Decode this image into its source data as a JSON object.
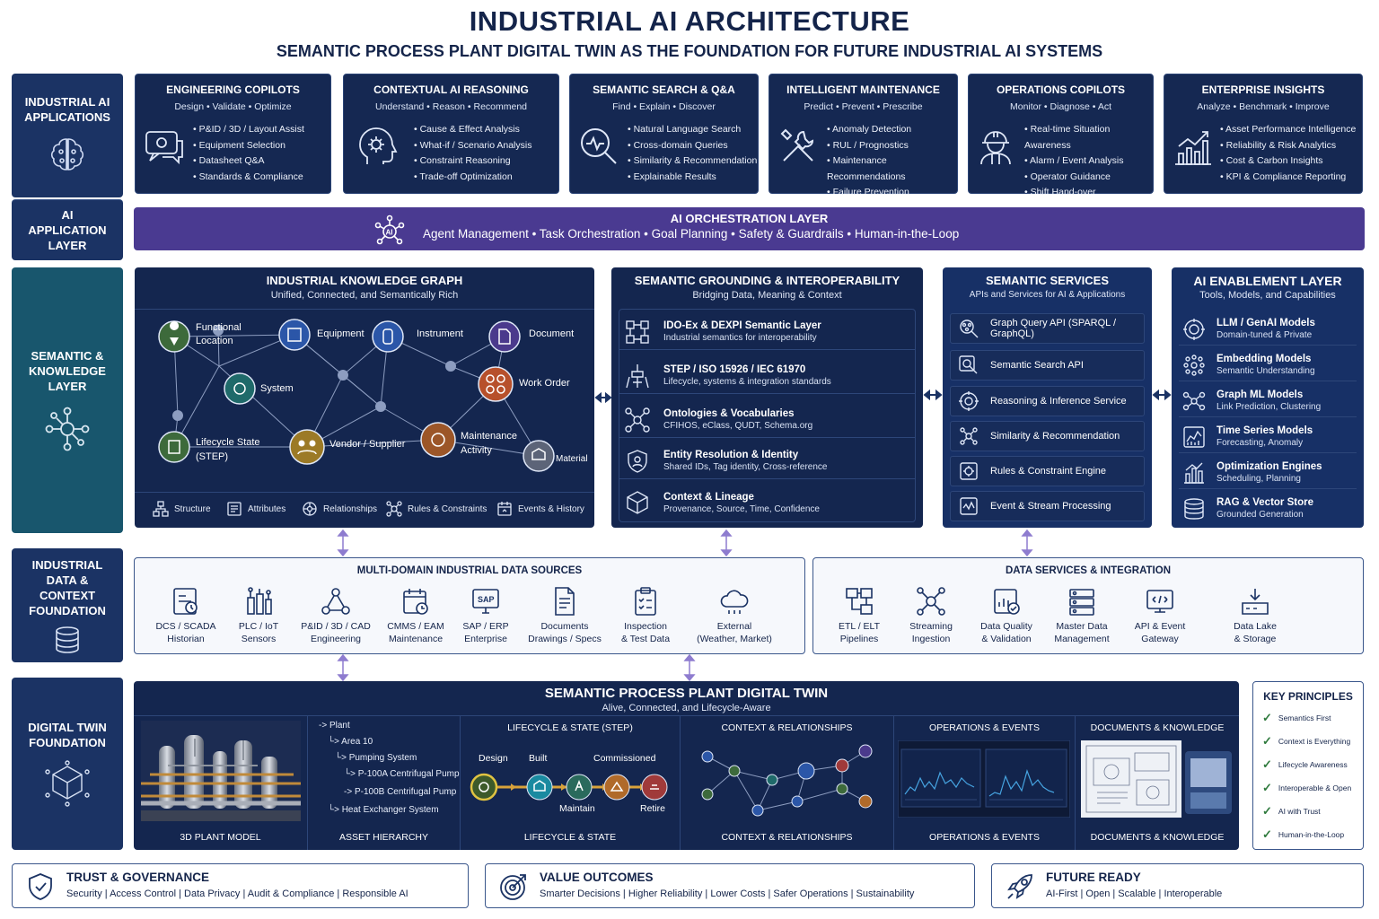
{
  "header": {
    "title": "INDUSTRIAL AI ARCHITECTURE",
    "subtitle": "SEMANTIC PROCESS PLANT DIGITAL TWIN AS THE FOUNDATION FOR FUTURE INDUSTRIAL AI SYSTEMS"
  },
  "layers": {
    "apps": "INDUSTRIAL AI APPLICATIONS",
    "ai_app": "AI APPLICATION LAYER",
    "semantic": "SEMANTIC & KNOWLEDGE LAYER",
    "data": "INDUSTRIAL DATA & CONTEXT FOUNDATION",
    "twin": "DIGITAL TWIN FOUNDATION"
  },
  "apps": [
    {
      "title": "ENGINEERING COPILOTS",
      "sub": "Design • Validate • Optimize",
      "items": [
        "P&ID / 3D / Layout Assist",
        "Equipment Selection",
        "Datasheet Q&A",
        "Standards & Compliance"
      ],
      "icon": "chat-icon"
    },
    {
      "title": "CONTEXTUAL AI REASONING",
      "sub": "Understand • Reason • Recommend",
      "items": [
        "Cause & Effect Analysis",
        "What-if / Scenario Analysis",
        "Constraint Reasoning",
        "Trade-off Optimization"
      ],
      "icon": "head-gear-icon"
    },
    {
      "title": "SEMANTIC SEARCH & Q&A",
      "sub": "Find • Explain • Discover",
      "items": [
        "Natural Language Search",
        "Cross-domain Queries",
        "Similarity & Recommendation",
        "Explainable Results"
      ],
      "icon": "search-icon"
    },
    {
      "title": "INTELLIGENT MAINTENANCE",
      "sub": "Predict • Prevent • Prescribe",
      "items": [
        "Anomaly Detection",
        "RUL / Prognostics",
        "Maintenance Recommendations",
        "Failure Prevention"
      ],
      "icon": "tools-icon"
    },
    {
      "title": "OPERATIONS COPILOTS",
      "sub": "Monitor • Diagnose • Act",
      "items": [
        "Real-time Situation Awareness",
        "Alarm / Event Analysis",
        "Operator Guidance",
        "Shift Hand-over"
      ],
      "icon": "worker-icon"
    },
    {
      "title": "ENTERPRISE INSIGHTS",
      "sub": "Analyze • Benchmark • Improve",
      "items": [
        "Asset Performance Intelligence",
        "Reliability & Risk Analytics",
        "Cost & Carbon Insights",
        "KPI & Compliance Reporting"
      ],
      "icon": "chart-icon"
    }
  ],
  "orchestration": {
    "title": "AI ORCHESTRATION LAYER",
    "items": "Agent Management  •  Task Orchestration  •  Goal Planning  •  Safety & Guardrails  •  Human-in-the-Loop"
  },
  "kg": {
    "title": "INDUSTRIAL KNOWLEDGE GRAPH",
    "sub": "Unified, Connected, and Semantically Rich",
    "nodes": {
      "functional": "Functional",
      "location": "Location",
      "equipment": "Equipment",
      "instrument": "Instrument",
      "document": "Document",
      "system": "System",
      "work_order": "Work Order",
      "lifecycle": "Lifecycle State",
      "step": "(STEP)",
      "vendor": "Vendor / Supplier",
      "maintenance": "Maintenance",
      "activity": "Activity",
      "material": "Material"
    },
    "legend": [
      "Structure",
      "Attributes",
      "Relationships",
      "Rules & Constraints",
      "Events & History"
    ]
  },
  "grounding": {
    "title": "SEMANTIC GROUNDING & INTEROPERABILITY",
    "sub": "Bridging Data, Meaning & Context",
    "rows": [
      {
        "t": "IDO-Ex & DEXPI Semantic Layer",
        "s": "Industrial semantics for interoperability"
      },
      {
        "t": "STEP / ISO 15926 / IEC 61970",
        "s": "Lifecycle, systems & integration standards"
      },
      {
        "t": "Ontologies & Vocabularies",
        "s": "CFIHOS, eClass, QUDT, Schema.org"
      },
      {
        "t": "Entity Resolution & Identity",
        "s": "Shared IDs, Tag identity, Cross-reference"
      },
      {
        "t": "Context & Lineage",
        "s": "Provenance, Source, Time, Confidence"
      }
    ]
  },
  "services": {
    "title": "SEMANTIC SERVICES",
    "sub": "APIs and Services for AI & Applications",
    "rows": [
      "Graph Query API (SPARQL / GraphQL)",
      "Semantic Search API",
      "Reasoning & Inference Service",
      "Similarity & Recommendation",
      "Rules & Constraint Engine",
      "Event & Stream Processing"
    ]
  },
  "enablement": {
    "title": "AI ENABLEMENT LAYER",
    "sub": "Tools, Models, and Capabilities",
    "rows": [
      {
        "t": "LLM / GenAI Models",
        "s": "Domain-tuned & Private"
      },
      {
        "t": "Embedding Models",
        "s": "Semantic Understanding"
      },
      {
        "t": "Graph ML Models",
        "s": "Link Prediction, Clustering"
      },
      {
        "t": "Time Series Models",
        "s": "Forecasting, Anomaly"
      },
      {
        "t": "Optimization Engines",
        "s": "Scheduling, Planning"
      },
      {
        "t": "RAG & Vector Store",
        "s": "Grounded Generation"
      }
    ]
  },
  "sources": {
    "title": "MULTI-DOMAIN INDUSTRIAL DATA SOURCES",
    "items": [
      {
        "a": "DCS / SCADA",
        "b": "Historian"
      },
      {
        "a": "PLC / IoT",
        "b": "Sensors"
      },
      {
        "a": "P&ID / 3D / CAD",
        "b": "Engineering"
      },
      {
        "a": "CMMS / EAM",
        "b": "Maintenance"
      },
      {
        "a": "SAP / ERP",
        "b": "Enterprise"
      },
      {
        "a": "Documents",
        "b": "Drawings / Specs"
      },
      {
        "a": "Inspection",
        "b": "& Test Data"
      },
      {
        "a": "External",
        "b": "(Weather, Market)"
      }
    ],
    "sap_label": "SAP"
  },
  "integration": {
    "title": "DATA SERVICES & INTEGRATION",
    "items": [
      {
        "a": "ETL / ELT",
        "b": "Pipelines"
      },
      {
        "a": "Streaming",
        "b": "Ingestion"
      },
      {
        "a": "Data Quality",
        "b": "& Validation"
      },
      {
        "a": "Master Data",
        "b": "Management"
      },
      {
        "a": "API & Event",
        "b": "Gateway"
      },
      {
        "a": "Data Lake",
        "b": "& Storage"
      }
    ]
  },
  "twin": {
    "title": "SEMANTIC PROCESS PLANT DIGITAL TWIN",
    "sub": "Alive, Connected, and Lifecycle-Aware",
    "tree": [
      "Plant",
      "Area 10",
      "Pumping System",
      "P-100A  Centrifugal Pump",
      "P-100B  Centrifugal Pump",
      "Heat Exchanger System"
    ],
    "lifecycle": {
      "header": "LIFECYCLE & STATE (STEP)",
      "stages": [
        "Design",
        "Built",
        "Commissioned",
        "Maintain",
        "Retire"
      ]
    },
    "context_header": "CONTEXT & RELATIONSHIPS",
    "ops_header": "OPERATIONS & EVENTS",
    "docs_header": "DOCUMENTS & KNOWLEDGE",
    "footers": [
      "3D PLANT MODEL",
      "ASSET HIERARCHY",
      "LIFECYCLE & STATE",
      "CONTEXT & RELATIONSHIPS",
      "OPERATIONS & EVENTS",
      "DOCUMENTS & KNOWLEDGE"
    ]
  },
  "principles": {
    "title": "KEY PRINCIPLES",
    "items": [
      "Semantics First",
      "Context is Everything",
      "Lifecycle Awareness",
      "Interoperable & Open",
      "AI with Trust",
      "Human-in-the-Loop"
    ]
  },
  "footer": [
    {
      "title": "TRUST & GOVERNANCE",
      "items": "Security  |  Access Control  |  Data Privacy  |  Audit & Compliance  |  Responsible AI",
      "icon": "shield-icon"
    },
    {
      "title": "VALUE OUTCOMES",
      "items": "Smarter Decisions  |  Higher Reliability  |  Lower Costs  |  Safer Operations  |  Sustainability",
      "icon": "target-icon"
    },
    {
      "title": "FUTURE READY",
      "items": "AI-First  |  Open  |  Scalable  |  Interoperable",
      "icon": "rocket-icon"
    }
  ],
  "colors": {
    "navy": "#1b3364",
    "panel": "#14264f",
    "purple": "#4a3a91",
    "teal": "#18566d",
    "accent": "#8e7ccf"
  }
}
